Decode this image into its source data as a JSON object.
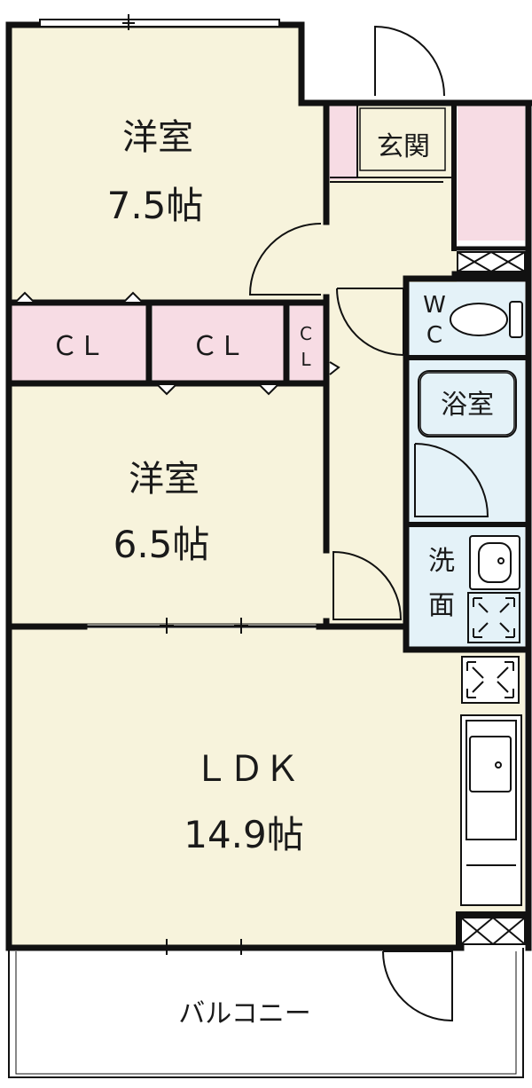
{
  "rooms": {
    "western_room_1": {
      "name": "洋室",
      "area": "7.5帖"
    },
    "western_room_2": {
      "name": "洋室",
      "area": "6.5帖"
    },
    "ldk": {
      "name": "ＬＤＫ",
      "area": "14.9帖"
    },
    "entrance": {
      "name": "玄関"
    },
    "closet_1": {
      "name": "ＣＬ"
    },
    "closet_2": {
      "name": "ＣＬ"
    },
    "closet_3": {
      "name_top": "C",
      "name_bottom": "L"
    },
    "toilet": {
      "name_top": "W",
      "name_bottom": "C"
    },
    "bathroom": {
      "name": "浴室"
    },
    "washroom": {
      "name_top": "洗",
      "name_bottom": "面"
    },
    "balcony": {
      "name": "バルコニー"
    }
  },
  "colors": {
    "room_floor": "#f7f3dc",
    "closet_pink": "#f7dce4",
    "water_blue": "#e4f2f8",
    "wall": "#111111",
    "balcony": "#ffffff"
  }
}
